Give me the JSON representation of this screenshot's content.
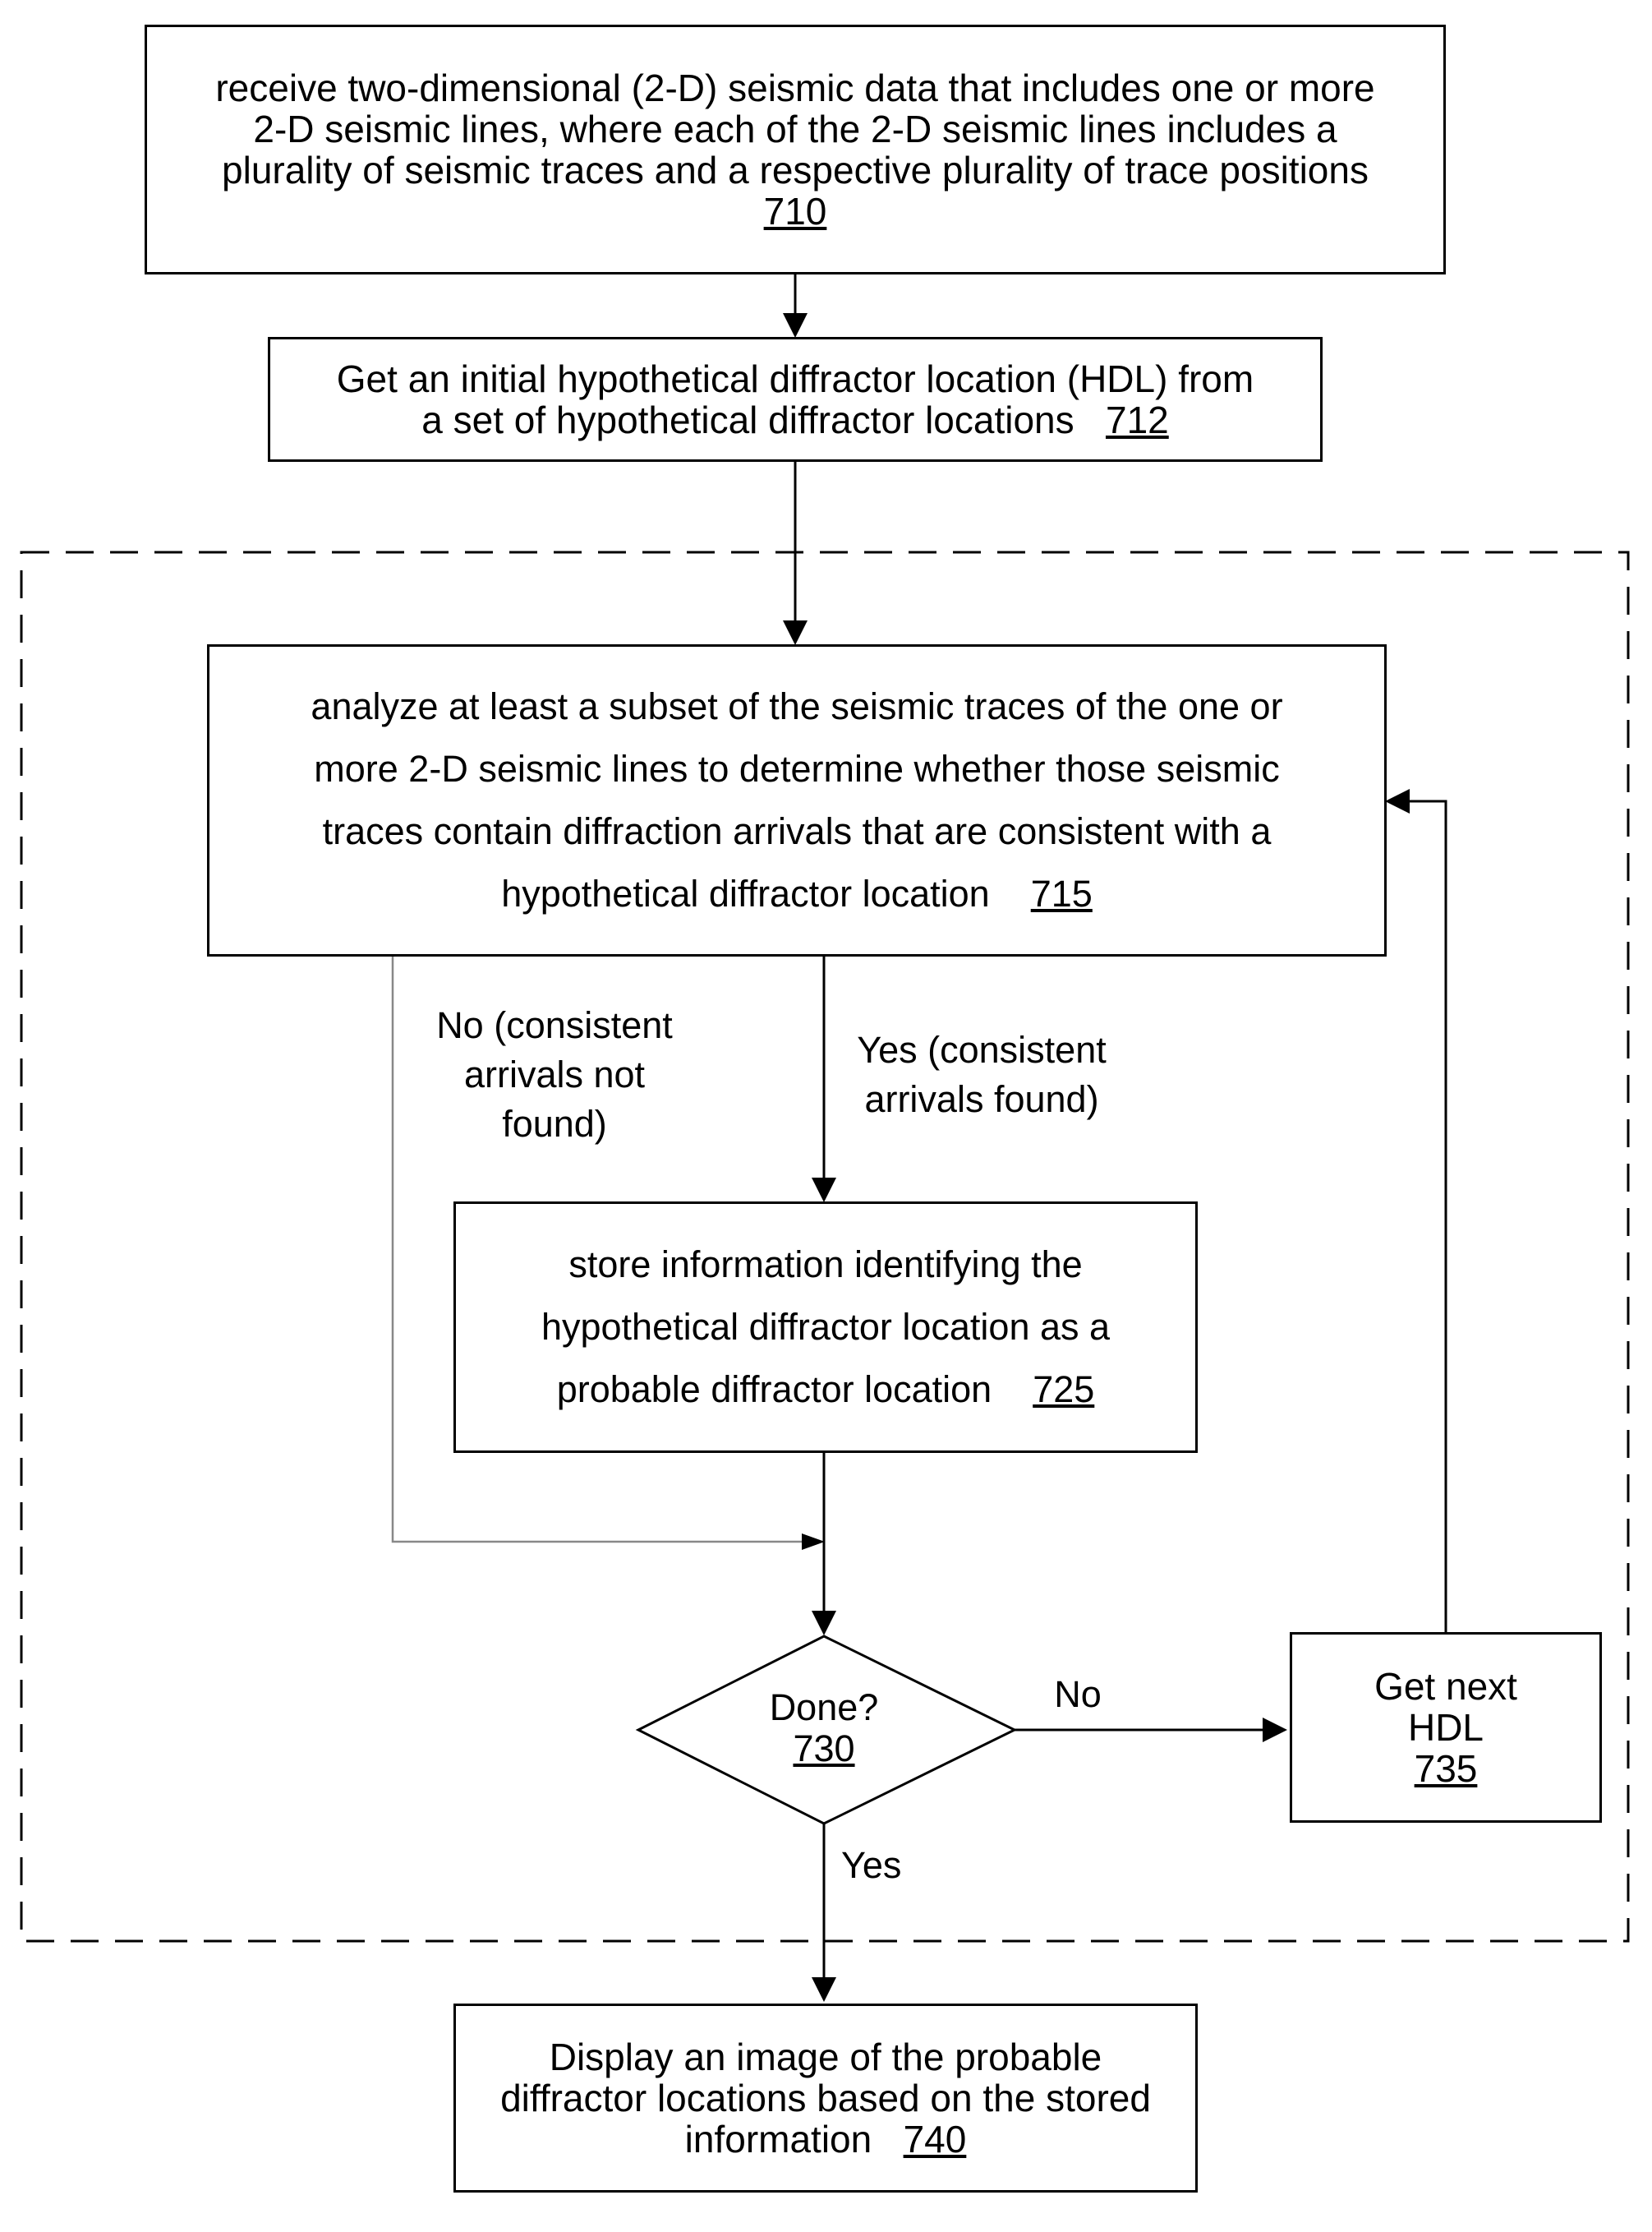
{
  "boxes": {
    "b710": {
      "lines": [
        "receive two-dimensional (2-D) seismic data that includes one or more",
        "2-D seismic lines, where each of the 2-D seismic lines includes a",
        "plurality of seismic traces and a respective plurality of trace positions"
      ],
      "ref": "710"
    },
    "b712": {
      "lines": [
        "Get an initial hypothetical diffractor location (HDL) from",
        "a set of hypothetical diffractor locations"
      ],
      "ref": "712"
    },
    "b715": {
      "lines": [
        "analyze at least a subset of the seismic traces of the one or",
        "more 2-D seismic lines to determine whether those seismic",
        "traces contain diffraction arrivals that are consistent with a",
        "hypothetical diffractor location"
      ],
      "ref": "715"
    },
    "b725": {
      "lines": [
        "store information identifying the",
        "hypothetical diffractor location as a",
        "probable diffractor location"
      ],
      "ref": "725"
    },
    "d730": {
      "lines": [
        "Done?"
      ],
      "ref": "730"
    },
    "b735": {
      "lines": [
        "Get next",
        "HDL"
      ],
      "ref": "735"
    },
    "b740": {
      "lines": [
        "Display an image of the probable",
        "diffractor locations based on the stored",
        "information"
      ],
      "ref": "740"
    }
  },
  "edge_labels": {
    "no_not_found": [
      "No (consistent",
      "arrivals not",
      "found)"
    ],
    "yes_found": [
      "Yes (consistent",
      "arrivals found)"
    ],
    "done_no": "No",
    "done_yes": "Yes"
  },
  "colors": {
    "stroke": "#000000",
    "no_branch_line": "#888888",
    "background": "#ffffff"
  }
}
